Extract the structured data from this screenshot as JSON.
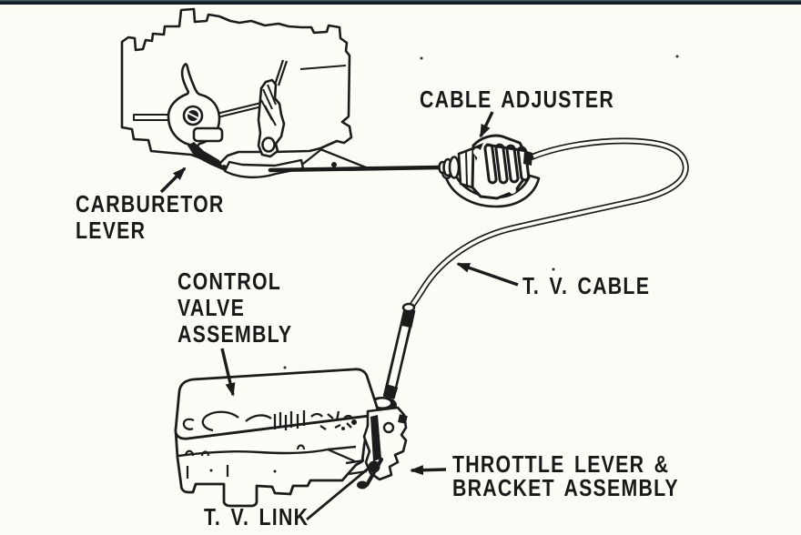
{
  "labels": {
    "cable_adjuster": "CABLE ADJUSTER",
    "carburetor_lever": {
      "line1": "CARBURETOR",
      "line2": "LEVER"
    },
    "control_valve": {
      "line1": "CONTROL",
      "line2": "VALVE",
      "line3": "ASSEMBLY"
    },
    "tv_cable": "T. V. CABLE",
    "throttle_bracket": {
      "line1": "THROTTLE LEVER &",
      "line2": "BRACKET ASSEMBLY"
    },
    "tv_link": "T. V. LINK"
  },
  "colors": {
    "ink": "#1c1c1c",
    "paper": "#fcfcf7",
    "top_bar": "#10202a"
  }
}
